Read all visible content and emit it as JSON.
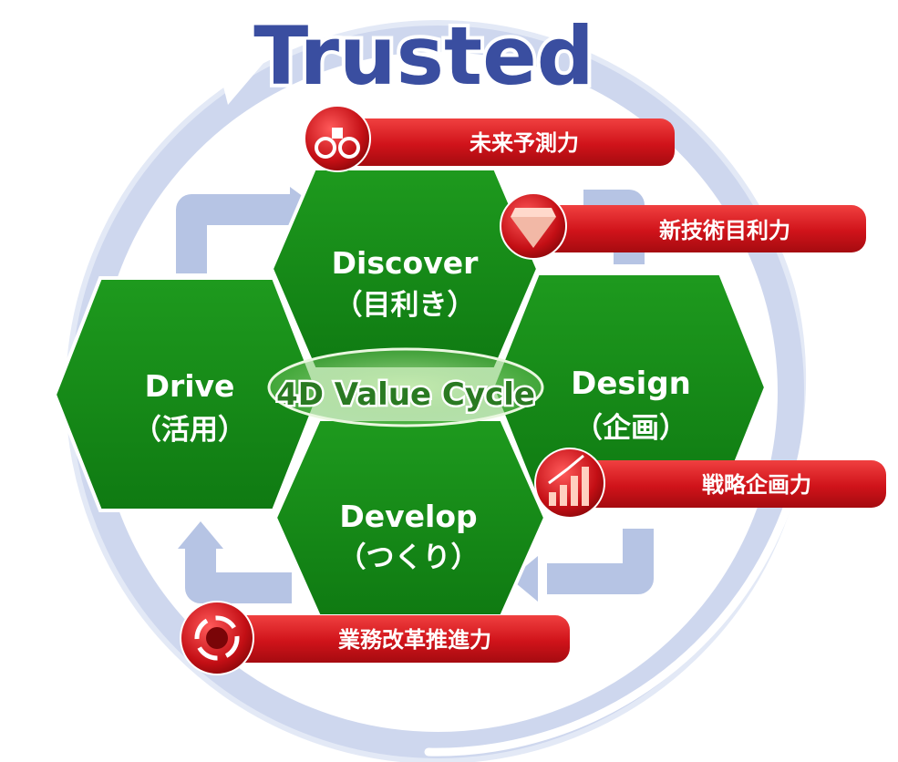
{
  "title": "Trusted",
  "center_label": "4D Value Cycle",
  "hexagons": [
    {
      "key": "discover",
      "name": "Discover",
      "sub": "（目利き）"
    },
    {
      "key": "design",
      "name": "Design",
      "sub": "（企画）"
    },
    {
      "key": "develop",
      "name": "Develop",
      "sub": "（つくり）"
    },
    {
      "key": "drive",
      "name": "Drive",
      "sub": "（活用）"
    }
  ],
  "capabilities": [
    {
      "key": "forecast",
      "label": "未来予測力",
      "icon": "binoculars-icon"
    },
    {
      "key": "tech",
      "label": "新技術目利力",
      "icon": "gem-icon"
    },
    {
      "key": "strategy",
      "label": "戦略企画力",
      "icon": "growth-chart-icon"
    },
    {
      "key": "reform",
      "label": "業務改革推進力",
      "icon": "cycle-arrows-icon"
    }
  ],
  "colors": {
    "hex_green": "#1a8a1a",
    "ring_blue": "#aebce0",
    "badge_red": "#d8151c",
    "title_blue": "#3a4ea0"
  }
}
